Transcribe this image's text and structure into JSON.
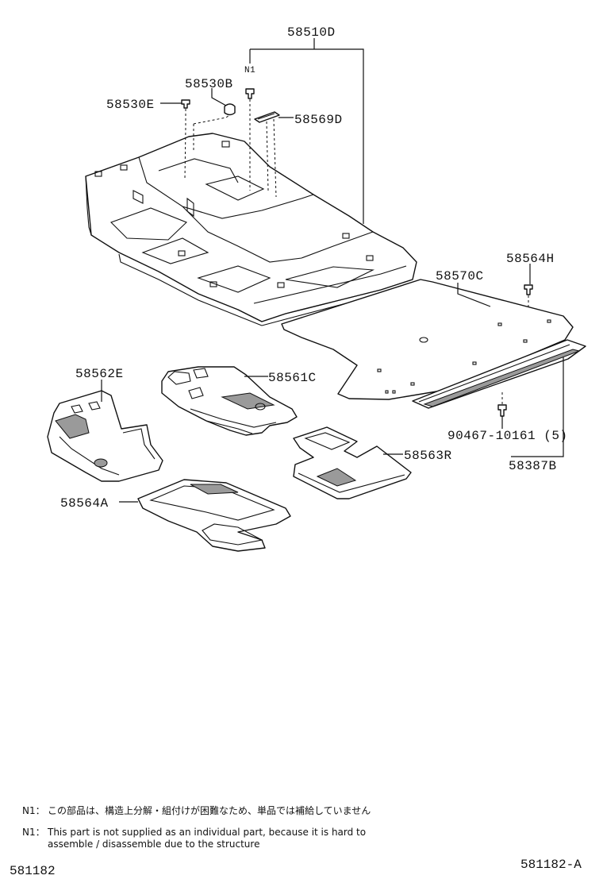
{
  "labels": {
    "l58510D": "58510D",
    "lN1": "N1",
    "l58530B": "58530B",
    "l58530E": "58530E",
    "l58569D": "58569D",
    "l58564H": "58564H",
    "l58570C": "58570C",
    "l58562E": "58562E",
    "l58561C": "58561C",
    "l58563R": "58563R",
    "l58564A": "58564A",
    "l90467": "90467-10161 (5)",
    "l58387B": "58387B"
  },
  "notes": {
    "jp_key": "N1：",
    "jp_text": "この部品は、構造上分解・組付けが困難なため、単品では補給していません",
    "en_key": "N1：",
    "en_line1": "This part is not supplied as an individual part, because it is hard to",
    "en_line2": "assemble / disassemble due to the structure"
  },
  "codes": {
    "left": "581182",
    "right": "581182-A"
  }
}
